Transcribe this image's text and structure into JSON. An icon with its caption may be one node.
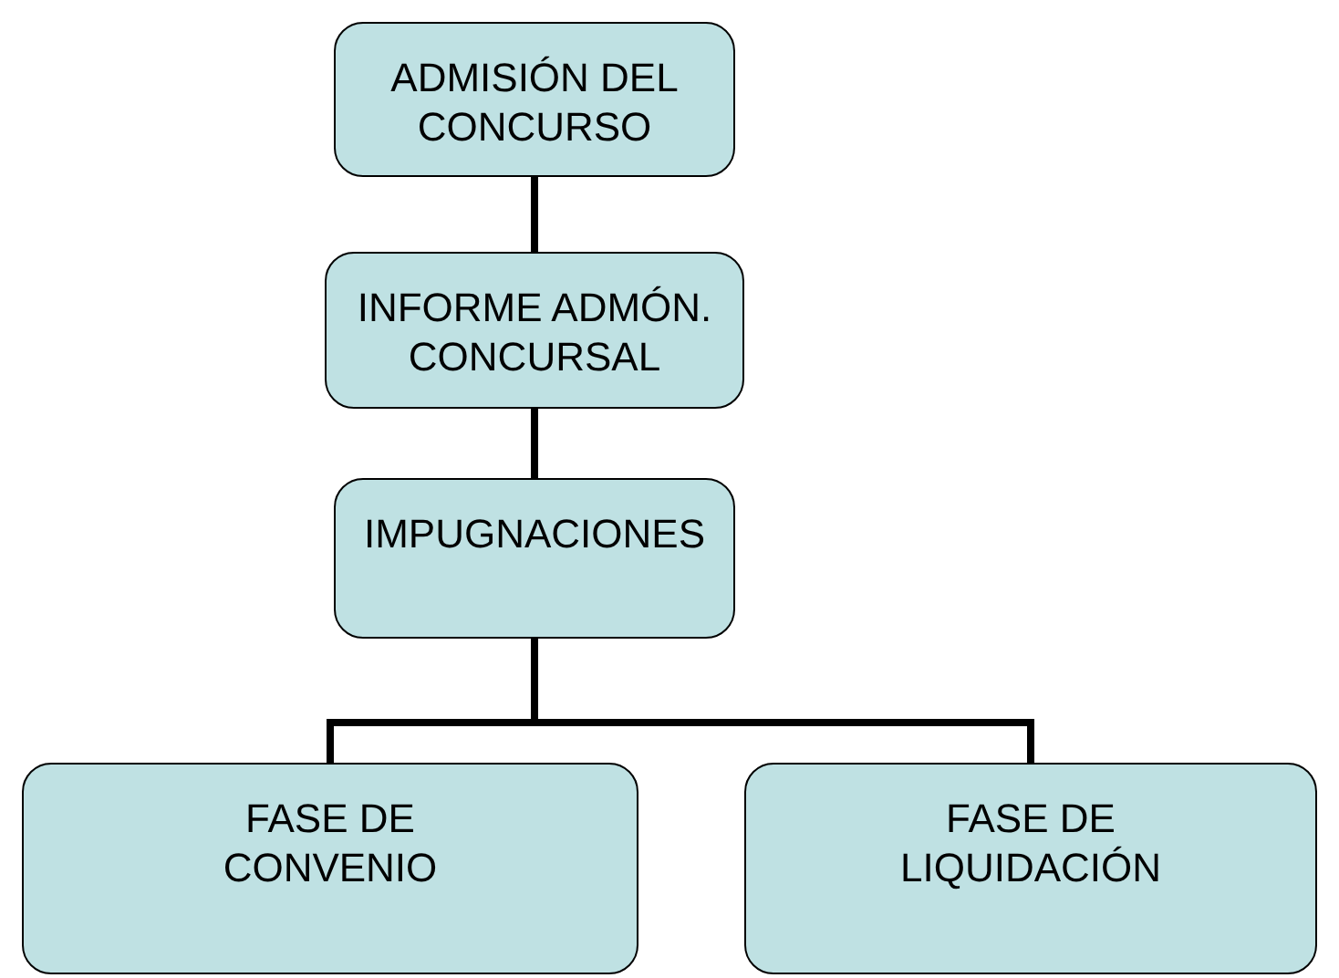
{
  "diagram": {
    "nodes": [
      {
        "text": [
          "ADMISIÓN DEL CONCURSO"
        ]
      },
      {
        "text": [
          "INFORME ADMÓN. CONCURSAL"
        ]
      },
      {
        "text": [
          "IMPUGNACIONES"
        ]
      },
      {
        "text": [
          "FASE DE CONVENIO"
        ]
      },
      {
        "text": [
          "FASE DE LIQUIDACIÓN"
        ]
      }
    ],
    "edges": [
      {
        "from": 0,
        "to": 1,
        "arrow": "none"
      },
      {
        "from": 1,
        "to": 2,
        "arrow": "none"
      },
      {
        "from": 2,
        "to": 3,
        "arrow": "none"
      },
      {
        "from": 2,
        "to": 4,
        "arrow": "none"
      }
    ]
  }
}
